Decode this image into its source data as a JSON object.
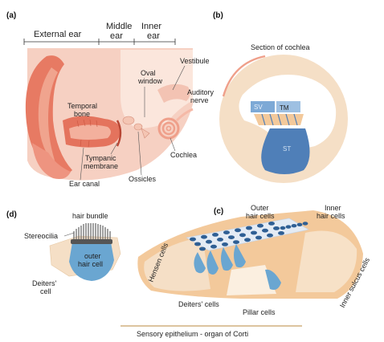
{
  "panels": {
    "a": {
      "letter": "(a)",
      "regions": {
        "external": "External ear",
        "middle": [
          "Middle",
          "ear"
        ],
        "inner": [
          "Inner",
          "ear"
        ]
      },
      "labels": {
        "oval_window": [
          "Oval",
          "window"
        ],
        "vestibule": "Vestibule",
        "auditory_nerve": [
          "Auditory",
          "nerve"
        ],
        "temporal_bone": [
          "Temporal",
          "bone"
        ],
        "tympanic_membrane": [
          "Tympanic",
          "membrane"
        ],
        "cochlea": "Cochlea",
        "ear_canal": "Ear canal",
        "ossicles": "Ossicles"
      }
    },
    "b": {
      "letter": "(b)",
      "title": "Section of cochlea",
      "labels": {
        "scala_vestibuli": "SV",
        "tectorial_membrane": "TM",
        "scala_tympani": "ST"
      }
    },
    "c": {
      "letter": "(c)",
      "labels": {
        "outer_hair_cells": [
          "Outer",
          "hair cells"
        ],
        "inner_hair_cells": [
          "Inner",
          "hair cells"
        ],
        "hensen_cells": "Hensen cells",
        "inner_sulcus_cells": "Inner sulcus cells",
        "deiters_cells": "Deiters' cells",
        "pillar_cells": "Pillar cells"
      },
      "caption": "Sensory epithelium - organ of Corti"
    },
    "d": {
      "letter": "(d)",
      "labels": {
        "hair_bundle": "hair bundle",
        "stereocilia": "Stereocilia",
        "outer_hair_cell": [
          "outer",
          "hair cell"
        ],
        "deiters_cell": [
          "Deiters'",
          "cell"
        ]
      }
    }
  },
  "colors": {
    "skin": "#f6d0c2",
    "skin_dark": "#ec9d86",
    "ear_red": "#e0705a",
    "bone": "#f5dfc6",
    "tissue_tan": "#f3c99b",
    "hair_cell_blue": "#6aa6d1",
    "scala_blue": "#4f7fb8",
    "epithelium_line": "#dcc49f"
  }
}
